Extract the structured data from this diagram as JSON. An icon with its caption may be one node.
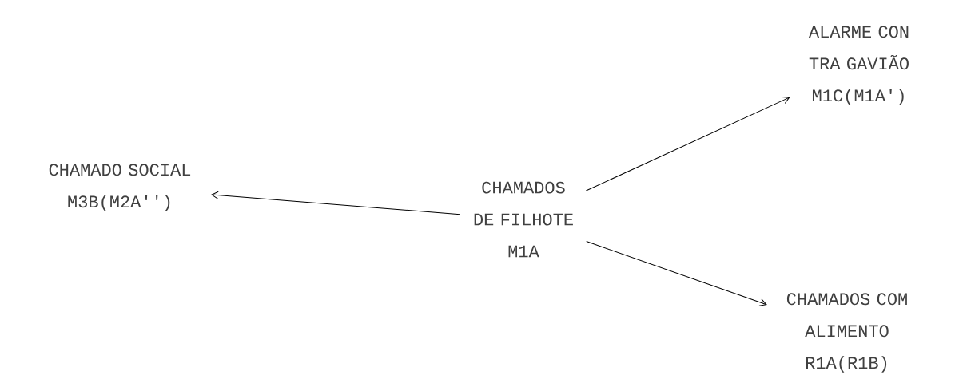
{
  "diagram": {
    "nodes": [
      {
        "text": [
          "CHAMADOS DE FILHOTE",
          "M1A"
        ]
      },
      {
        "text": [
          "ALARME CON TRA GAVIÃO",
          "M1C(M1A')"
        ]
      },
      {
        "text": [
          "CHAMADO SOCIAL",
          "M3B(M2A'')"
        ]
      },
      {
        "text": [
          "CHAMADOS COM ALIMENTO",
          "R1A(R1B)"
        ]
      }
    ],
    "edges": [
      {
        "from": 0,
        "to": 1,
        "arrow": "to"
      },
      {
        "from": 0,
        "to": 2,
        "arrow": "to"
      },
      {
        "from": 0,
        "to": 3,
        "arrow": "to"
      }
    ]
  }
}
